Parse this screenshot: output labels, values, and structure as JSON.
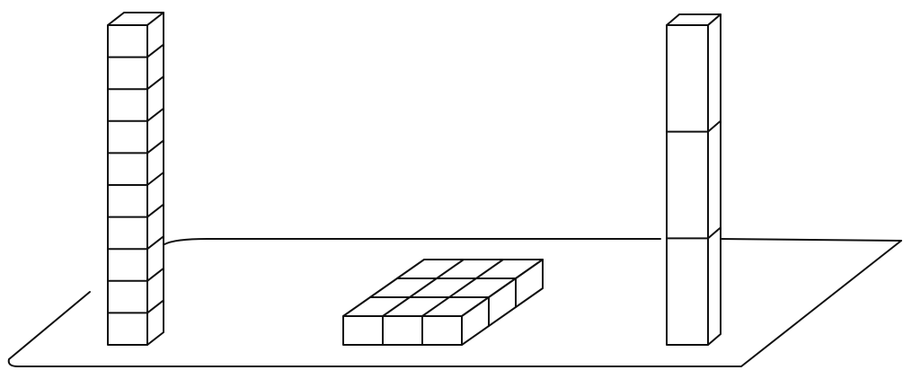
{
  "diagram": {
    "description_free": true,
    "colors": {
      "stroke": "#111111",
      "face": "#ffffff",
      "background": "#ffffff"
    },
    "left_column": {
      "cube_count": 10,
      "cube_edge_units": 1
    },
    "flat_array": {
      "rows": 3,
      "columns": 3,
      "layers": 1
    },
    "right_column": {
      "block_count": 3
    }
  }
}
